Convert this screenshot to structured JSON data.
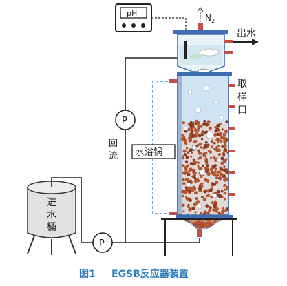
{
  "caption": {
    "figure_no": "图1",
    "title": "EGSB反应器装置"
  },
  "labels": {
    "ph": "pH",
    "gas_n": "N",
    "gas_sub": "2",
    "outlet": "出水",
    "sampling": [
      "取",
      "样",
      "口"
    ],
    "recycle": [
      "回",
      "流"
    ],
    "water_bath": "水浴锅",
    "pump": "P",
    "tank": [
      "进",
      "水",
      "桶"
    ]
  },
  "colors": {
    "line": "#222222",
    "dashed_blue": "#3a8fd6",
    "vessel_blue": "#3f6db4",
    "port_red": "#c0504d",
    "liquid": "#cfe4f3",
    "sludge": "#b5552f",
    "caption": "#2f7bbf"
  }
}
